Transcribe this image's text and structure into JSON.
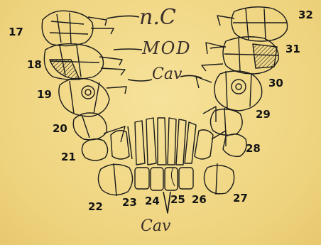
{
  "tooth_numbers": {
    "n17": "17",
    "n18": "18",
    "n19": "19",
    "n20": "20",
    "n21": "21",
    "n22": "22",
    "n23": "23",
    "n24": "24",
    "n25": "25",
    "n26": "26",
    "n27": "27",
    "n28": "28",
    "n29": "29",
    "n30": "30",
    "n31": "31",
    "n32": "32"
  },
  "annotations": {
    "nc": "n.C",
    "mod": "MOD",
    "cav_upper": "Cav",
    "cav_lower": "Cav"
  },
  "colors": {
    "paper": "#f2d98a",
    "ink": "#1a1a1a",
    "handwriting": "#3a2f2a"
  }
}
